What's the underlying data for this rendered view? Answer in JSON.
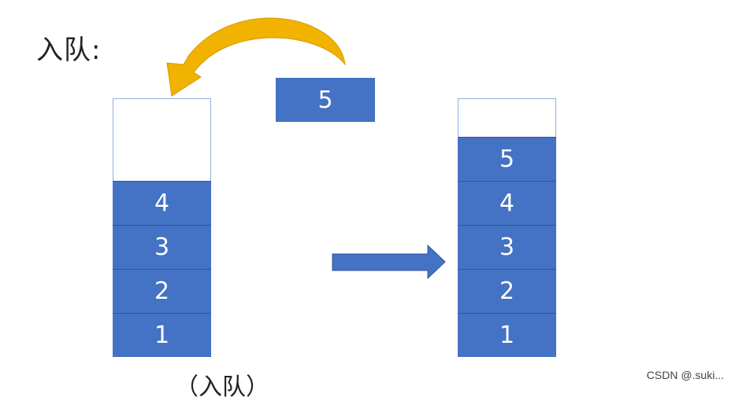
{
  "title": "入队:",
  "incoming_element": "5",
  "before_stack": {
    "values_top_to_bottom": [
      "4",
      "3",
      "2",
      "1"
    ]
  },
  "after_stack": {
    "values_top_to_bottom": [
      "5",
      "4",
      "3",
      "2",
      "1"
    ]
  },
  "colors": {
    "cell_fill": "#4472c4",
    "curved_arrow": "#f2b200",
    "straight_arrow": "#4472c4"
  },
  "watermark": "CSDN @.suki...",
  "bottom_partial_text": "（入队）"
}
